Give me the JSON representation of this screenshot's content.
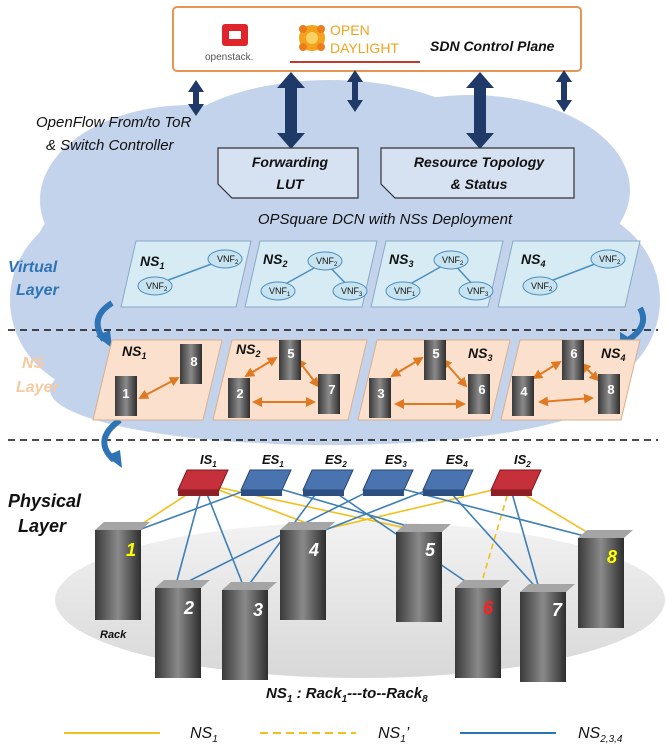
{
  "control_plane": {
    "openstack_label": "openstack.",
    "odl_line1": "OPEN",
    "odl_line2": "DAYLIGHT",
    "title": "SDN Control Plane"
  },
  "openflow_text": {
    "line1": "OpenFlow From/to ToR",
    "line2": "& Switch Controller"
  },
  "lut_box": {
    "line1": "Forwarding",
    "line2": "LUT"
  },
  "topology_box": {
    "line1": "Resource Topology",
    "line2": "& Status"
  },
  "cloud_title": "OPSquare DCN with NSs Deployment",
  "layers": {
    "virtual_line1": "Virtual",
    "virtual_line2": "Layer",
    "ns_line1": "NS",
    "ns_line2": "Layer",
    "physical_line1": "Physical",
    "physical_line2": "Layer"
  },
  "virtual_slices": [
    {
      "ns": "NS",
      "sub": "1",
      "vnfs": [
        {
          "base": "VNF",
          "sub": "2"
        },
        {
          "base": "VNF",
          "sub": "2"
        }
      ]
    },
    {
      "ns": "NS",
      "sub": "2",
      "vnfs": [
        {
          "base": "VNF",
          "sub": "2"
        },
        {
          "base": "VNF",
          "sub": "1"
        },
        {
          "base": "VNF",
          "sub": "3"
        }
      ]
    },
    {
      "ns": "NS",
      "sub": "3",
      "vnfs": [
        {
          "base": "VNF",
          "sub": "2"
        },
        {
          "base": "VNF",
          "sub": "1"
        },
        {
          "base": "VNF",
          "sub": "3"
        }
      ]
    },
    {
      "ns": "NS",
      "sub": "4",
      "vnfs": [
        {
          "base": "VNF",
          "sub": "2"
        },
        {
          "base": "VNF",
          "sub": "2"
        }
      ]
    }
  ],
  "ns_slices": [
    {
      "ns": "NS",
      "sub": "1",
      "racks": [
        "1",
        "8"
      ]
    },
    {
      "ns": "NS",
      "sub": "2",
      "racks": [
        "5",
        "2",
        "7"
      ]
    },
    {
      "ns": "NS",
      "sub": "3",
      "racks": [
        "5",
        "3",
        "6"
      ]
    },
    {
      "ns": "NS",
      "sub": "4",
      "racks": [
        "6",
        "4",
        "8"
      ]
    }
  ],
  "switches": [
    {
      "base": "IS",
      "sub": "1",
      "kind": "is"
    },
    {
      "base": "ES",
      "sub": "1",
      "kind": "es"
    },
    {
      "base": "ES",
      "sub": "2",
      "kind": "es"
    },
    {
      "base": "ES",
      "sub": "3",
      "kind": "es"
    },
    {
      "base": "ES",
      "sub": "4",
      "kind": "es"
    },
    {
      "base": "IS",
      "sub": "2",
      "kind": "is"
    }
  ],
  "physical_racks": [
    {
      "label": "1",
      "color": "#ffff00"
    },
    {
      "label": "2",
      "color": "#ffffff"
    },
    {
      "label": "3",
      "color": "#ffffff"
    },
    {
      "label": "4",
      "color": "#ffffff"
    },
    {
      "label": "5",
      "color": "#ffffff"
    },
    {
      "label": "6",
      "color": "#ff2020"
    },
    {
      "label": "7",
      "color": "#ffffff"
    },
    {
      "label": "8",
      "color": "#ffff00"
    }
  ],
  "rack_caption": "Rack",
  "ns1_path": {
    "p1": "NS",
    "s1": "1",
    "p2": " : Rack",
    "s2": "1",
    "p3": "---to--Rack",
    "s3": "8"
  },
  "legend": [
    {
      "base": "NS",
      "sub": "1",
      "suffix": "",
      "color": "#f2c01c",
      "dashed": false
    },
    {
      "base": "NS",
      "sub": "1",
      "suffix": "’",
      "color": "#f2c01c",
      "dashed": true
    },
    {
      "base": "NS",
      "sub": "2,3,4",
      "suffix": "",
      "color": "#2e74b5",
      "dashed": false
    }
  ],
  "colors": {
    "yellow_link": "#f2c01c",
    "blue_link": "#3f7fb5",
    "arrow_navy": "#1f3a68",
    "cloud": "#c4d3ec",
    "virtual_slice": "#d6ebf3",
    "ns_slice": "#fbe1cd",
    "ns_arrow": "#e07a22",
    "is_switch": "#c5303a",
    "es_switch": "#4a74b0",
    "layer_blue": "#2e74b5",
    "layer_peach": "#f7c9a0"
  }
}
